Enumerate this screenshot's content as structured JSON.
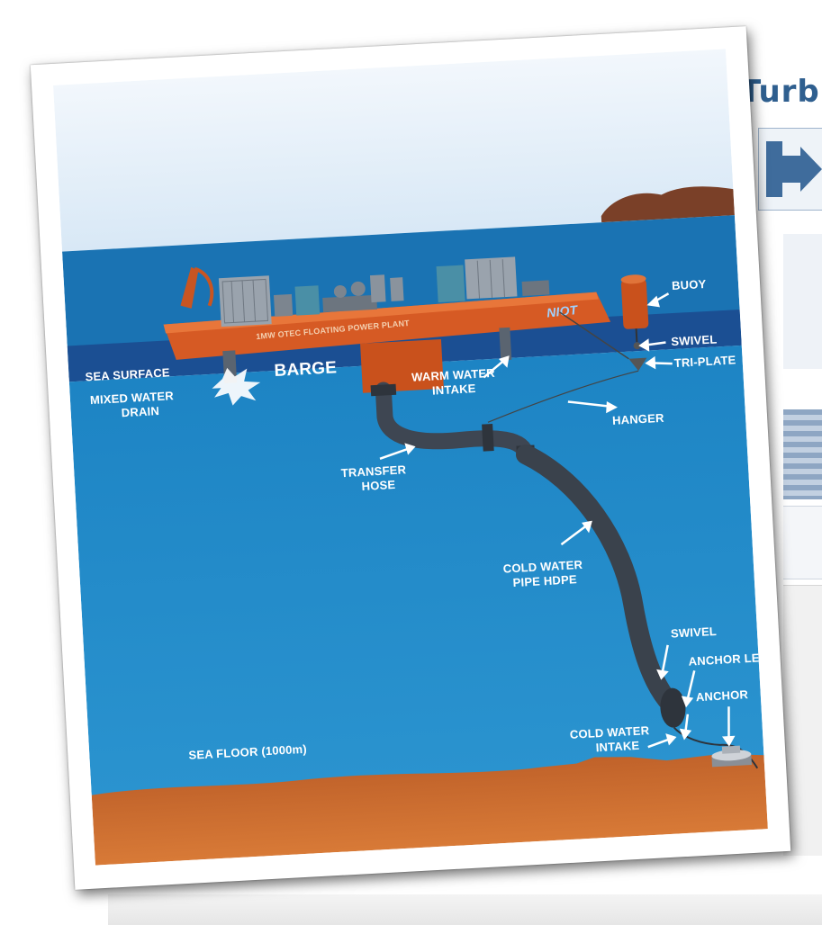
{
  "slide": {
    "title_fragment": "Turb",
    "colors": {
      "title": "#2f5f8f",
      "sea": "#1a7fc0",
      "barge": "#d65a24",
      "seabed": "#c96a2a"
    }
  },
  "diagram": {
    "plant_name": "1MW OTEC FLOATING POWER PLANT",
    "logo": "NIOT",
    "labels": {
      "sea_surface": "SEA SURFACE",
      "barge": "BARGE",
      "mixed_water_1": "MIXED WATER",
      "mixed_water_2": "DRAIN",
      "warm_water_1": "WARM WATER",
      "warm_water_2": "INTAKE",
      "buoy": "BUOY",
      "swivel_top": "SWIVEL",
      "tri_plate": "TRI-PLATE",
      "hanger": "HANGER",
      "transfer_1": "TRANSFER",
      "transfer_2": "HOSE",
      "cold_pipe_1": "COLD WATER",
      "cold_pipe_2": "PIPE HDPE",
      "swivel_bottom": "SWIVEL",
      "anchor_leg": "ANCHOR LEG",
      "anchor": "ANCHOR",
      "cold_intake_1": "COLD WATER",
      "cold_intake_2": "INTAKE",
      "sea_floor": "SEA FLOOR (1000m)"
    }
  }
}
